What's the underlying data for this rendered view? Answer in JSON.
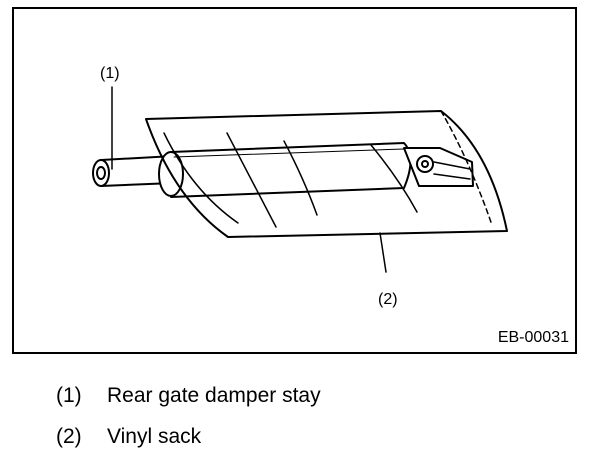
{
  "figure": {
    "callouts": [
      "(1)",
      "(2)"
    ],
    "code": "EB-00031"
  },
  "legend": [
    {
      "number": "(1)",
      "text": "Rear gate damper stay"
    },
    {
      "number": "(2)",
      "text": "Vinyl sack"
    }
  ]
}
